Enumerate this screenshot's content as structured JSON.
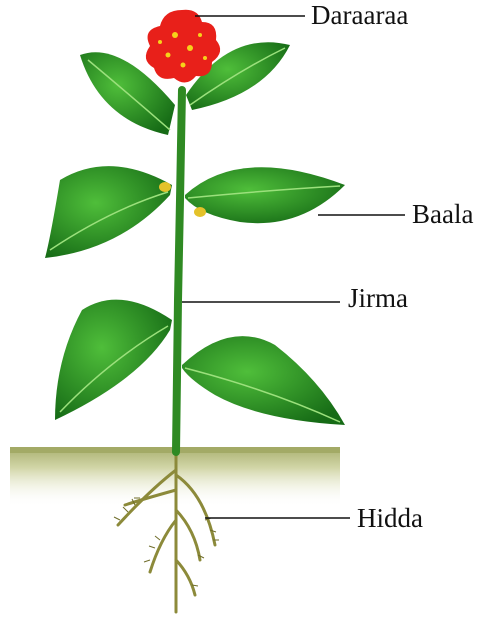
{
  "labels": {
    "flower": "Daraaraa",
    "leaf": "Baala",
    "stem": "Jirma",
    "root": "Hidda"
  },
  "colors": {
    "leaf_dark": "#1f7a1f",
    "leaf_light": "#3fae2f",
    "stem": "#2f8a23",
    "flower": "#e8201a",
    "flower_spot": "#f6d21a",
    "soil": "#c9cf98",
    "root": "#8c8a3a",
    "leader_line": "#111111"
  }
}
